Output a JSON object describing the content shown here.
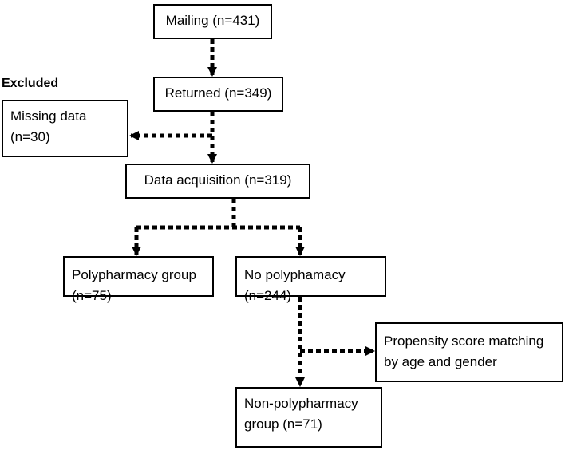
{
  "flowchart": {
    "excluded_label": "Excluded",
    "mailing": {
      "line1": "Mailing (n=431)"
    },
    "returned": {
      "line1": "Returned (n=349)"
    },
    "missing_data": {
      "line1": "Missing data",
      "line2": "(n=30)"
    },
    "data_acquisition": {
      "line1": "Data acquisition (n=319)"
    },
    "polypharmacy_group": {
      "line1": "Polypharmacy group",
      "line2": "(n=75)"
    },
    "no_polypharmacy": {
      "line1": "No polyphamacy",
      "line2": "(n=244)"
    },
    "propensity_matching": {
      "line1": "Propensity score matching",
      "line2": "by age and gender"
    },
    "non_polypharmacy_group": {
      "line1": "Non-polypharmacy",
      "line2": "group (n=71)"
    }
  },
  "style": {
    "box_border_color": "#000000",
    "connector_style": "dotted arrow",
    "background": "#ffffff"
  }
}
